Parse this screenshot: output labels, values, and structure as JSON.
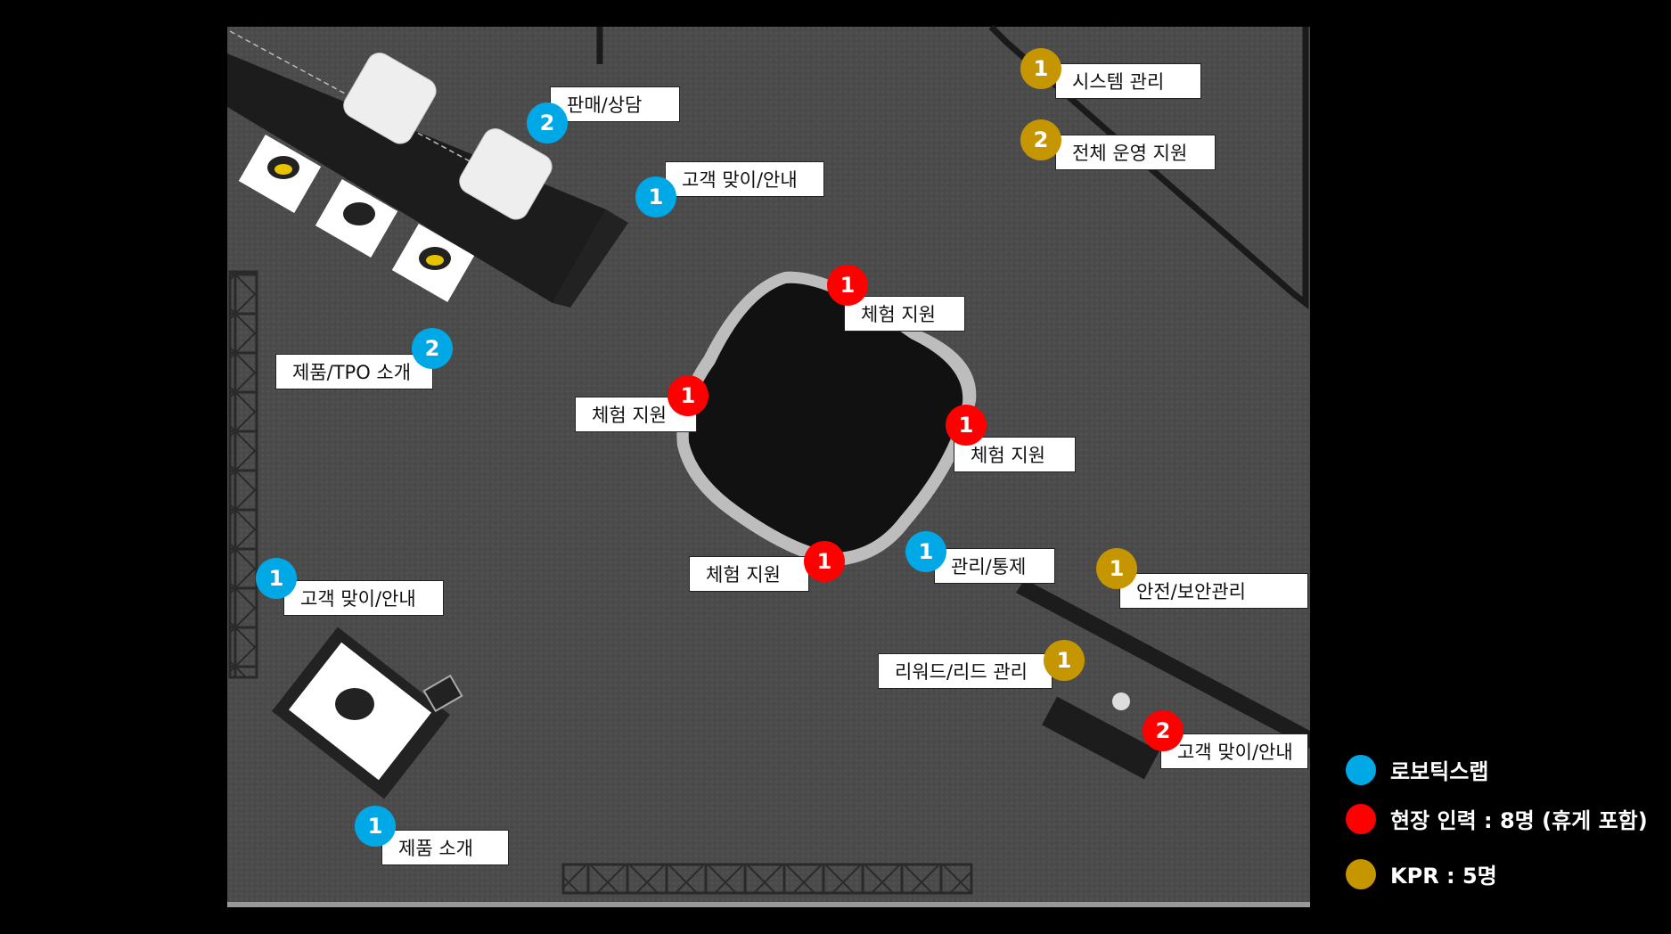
{
  "colors": {
    "robotics": "#00a8e6",
    "field": "#ff0000",
    "kpr": "#c69600"
  },
  "legend": [
    {
      "color": "#00a8e6",
      "text": "로보틱스랩"
    },
    {
      "color": "#ff0000",
      "text": "현장 인력 : 8명 (휴게 포함)"
    },
    {
      "color": "#c69600",
      "text": "KPR : 5명"
    }
  ],
  "roles": [
    {
      "count": "2",
      "group": "robotics",
      "label": "판매/상담"
    },
    {
      "count": "1",
      "group": "robotics",
      "label": "고객 맞이/안내"
    },
    {
      "count": "2",
      "group": "robotics",
      "label": "제품/TPO 소개"
    },
    {
      "count": "1",
      "group": "robotics",
      "label": "고객 맞이/안내"
    },
    {
      "count": "1",
      "group": "robotics",
      "label": "제품 소개"
    },
    {
      "count": "1",
      "group": "robotics",
      "label": "관리/통제"
    },
    {
      "count": "1",
      "group": "field",
      "label": "체험 지원"
    },
    {
      "count": "1",
      "group": "field",
      "label": "체험 지원"
    },
    {
      "count": "1",
      "group": "field",
      "label": "체험 지원"
    },
    {
      "count": "1",
      "group": "field",
      "label": "체험 지원"
    },
    {
      "count": "2",
      "group": "field",
      "label": "고객 맞이/안내"
    },
    {
      "count": "1",
      "group": "kpr",
      "label": "시스템 관리"
    },
    {
      "count": "2",
      "group": "kpr",
      "label": "전체 운영 지원"
    },
    {
      "count": "1",
      "group": "kpr",
      "label": "안전/보안관리"
    },
    {
      "count": "1",
      "group": "kpr",
      "label": "리워드/리드 관리"
    }
  ]
}
